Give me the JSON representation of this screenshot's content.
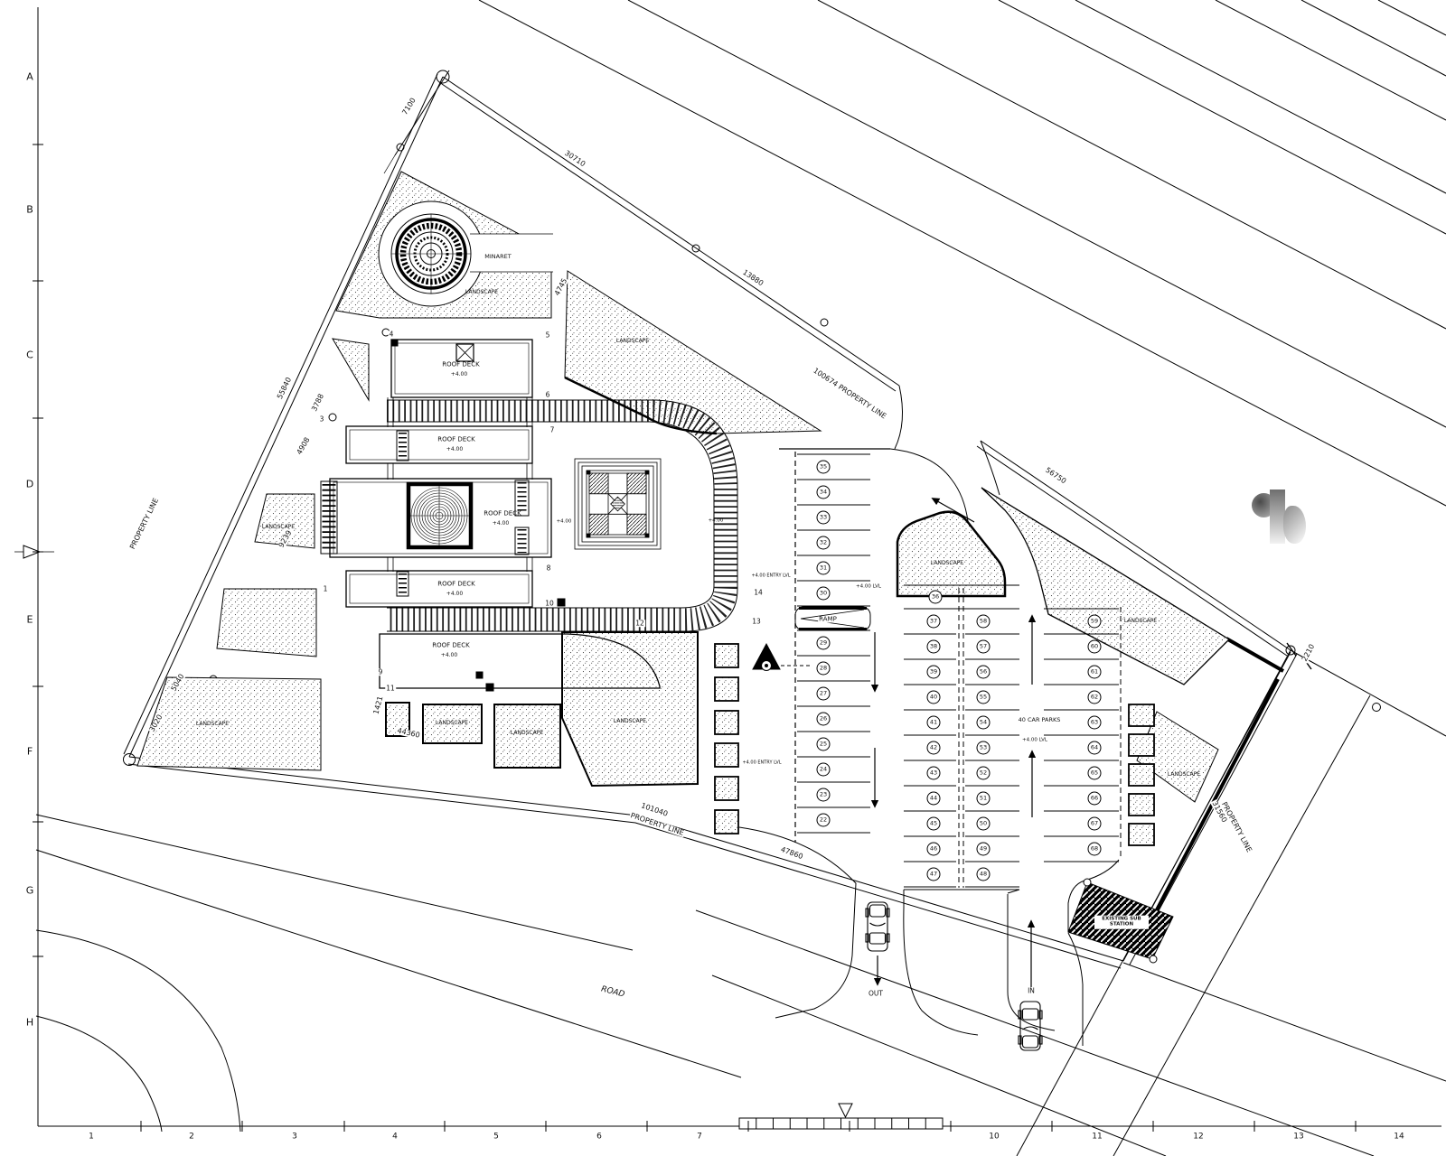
{
  "sheet": {
    "grid_rows": [
      "A",
      "B",
      "C",
      "D",
      "E",
      "F",
      "G",
      "H"
    ],
    "grid_cols": [
      "1",
      "2",
      "3",
      "4",
      "5",
      "6",
      "7",
      "10",
      "11",
      "12",
      "13",
      "14"
    ]
  },
  "labels": {
    "landscape": "LANDSCAPE",
    "minaret": "MINARET",
    "roof_deck": "ROOF DECK",
    "roof_level": "+4.00",
    "ramp": "RAMP",
    "road": "ROAD",
    "out": "OUT",
    "in": "IN",
    "car_parks": "40 CAR PARKS",
    "parking_level": "+4.00 LVL",
    "entry_level": "+4.00 ENTRY LVL",
    "substation": "EXISTING SUB STATION"
  },
  "dimensions": {
    "top_offset": "7100",
    "top_1": "30710",
    "top_2": "13880",
    "top_property": "100674 PROPERTY LINE",
    "top_3": "56750",
    "right_offset": "2210",
    "right_property_len": "31560",
    "right_property": "PROPERTY LINE",
    "left_len": "55840",
    "left_property": "PROPERTY LINE",
    "left_1": "3788",
    "left_2": "4908",
    "left_3": "9239",
    "left_4": "5040",
    "left_5": "3020",
    "top_4": "4745",
    "bottom_1": "44360",
    "bottom_len": "101040",
    "bottom_property": "PROPERTY LINE",
    "bottom_2": "47860",
    "bottom_3": "1421"
  },
  "grid_bubbles": [
    "1",
    "3",
    "4",
    "5",
    "6",
    "7",
    "8",
    "9",
    "10",
    "11",
    "12",
    "13",
    "14"
  ],
  "parking": {
    "wide_stall": "36",
    "left_column": [
      "35",
      "34",
      "33",
      "32",
      "31",
      "30",
      "29",
      "28",
      "27",
      "26",
      "25",
      "24",
      "23",
      "22"
    ],
    "middle_left": [
      "37",
      "38",
      "39",
      "40",
      "41",
      "42",
      "43",
      "44",
      "45",
      "46",
      "47"
    ],
    "middle_right": [
      "58",
      "57",
      "56",
      "55",
      "54",
      "53",
      "52",
      "51",
      "50",
      "49",
      "48"
    ],
    "right_column": [
      "59",
      "60",
      "61",
      "62",
      "63",
      "64",
      "65",
      "66",
      "67",
      "68"
    ]
  }
}
